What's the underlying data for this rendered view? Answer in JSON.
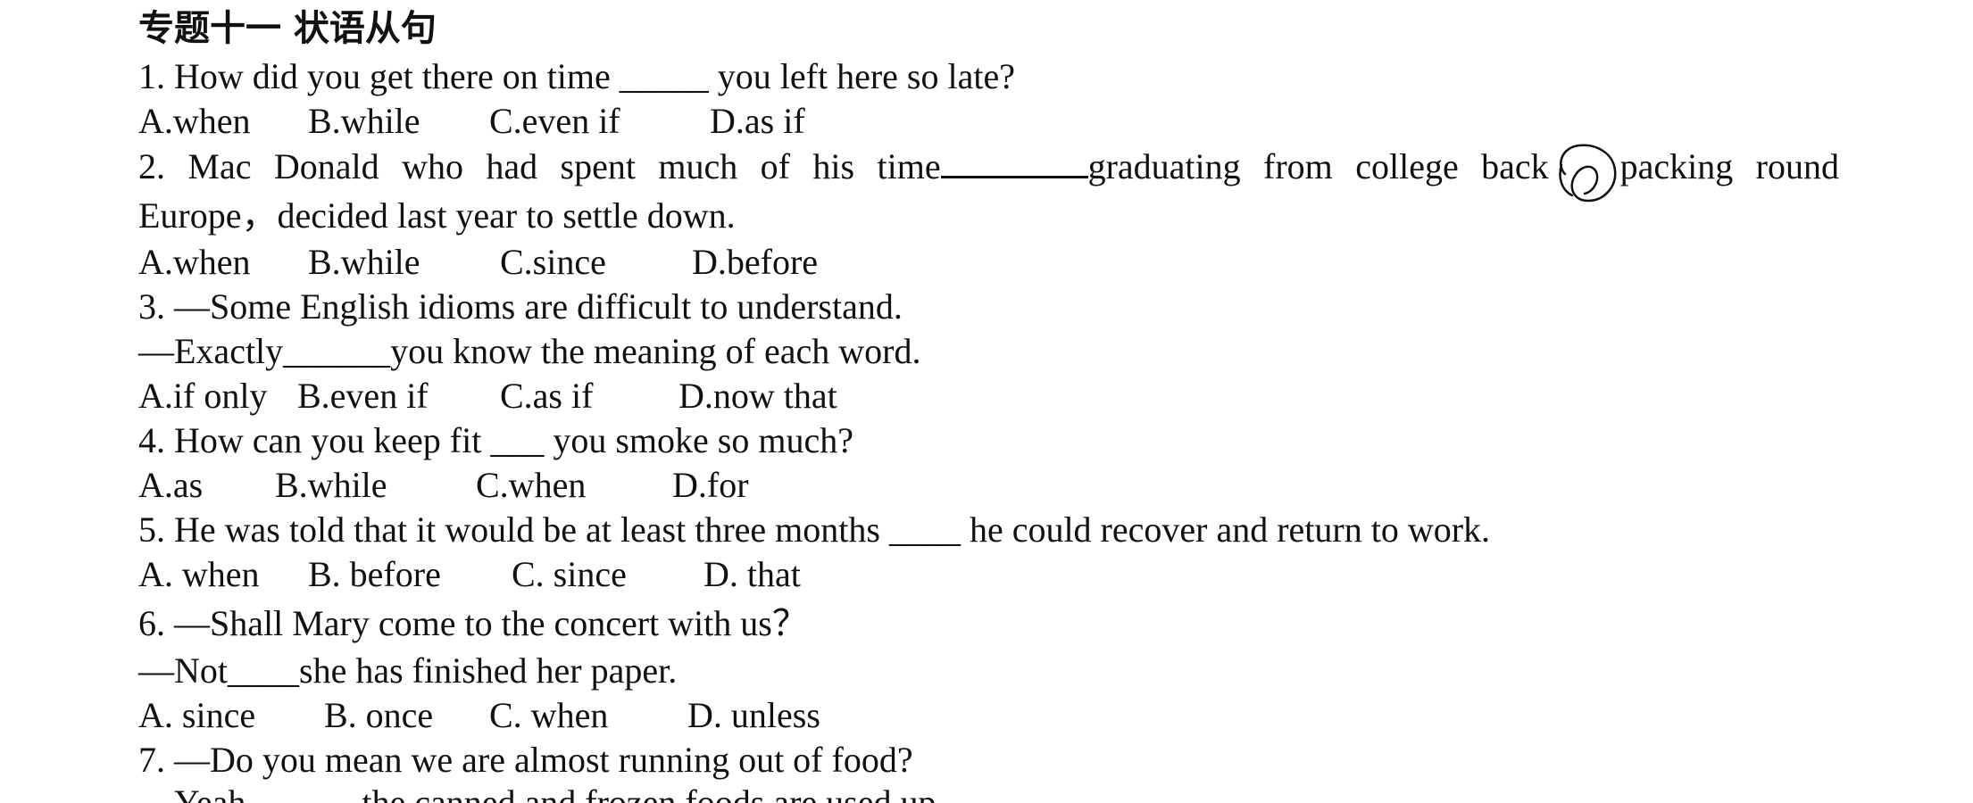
{
  "document": {
    "title": "专题十一 状语从句",
    "questions": [
      {
        "stem": "1. How did you get there on time _____ you left here so late?",
        "options": [
          "A.when",
          "B.while",
          "C.even if",
          "D.as if"
        ]
      },
      {
        "stem_part1": "2. Mac Donald who had spent much of his time",
        "stem_part2": "graduating from college back",
        "stem_part3": "packing round",
        "stem_line2": "Europe，decided last year to settle down.",
        "options": [
          "A.when",
          "B.while",
          "C.since",
          "D.before"
        ]
      },
      {
        "stem": "3. —Some English idioms are difficult to understand.",
        "stem_line2": "—Exactly______you know the meaning of each word.",
        "options": [
          "A.if only",
          "B.even if",
          "C.as if",
          "D.now that"
        ]
      },
      {
        "stem": "4. How can you keep fit ___ you smoke so much?",
        "options": [
          "A.as",
          "B.while",
          "C.when",
          "D.for"
        ]
      },
      {
        "stem": "5. He was told that it would be at least three months ____ he could recover and return to work.",
        "options": [
          "A. when",
          "B. before",
          "C. since",
          "D. that"
        ]
      },
      {
        "stem": "6. —Shall Mary come to the concert with us？",
        "stem_line2": "—Not____she has finished her paper.",
        "options": [
          "A. since",
          "B. once",
          "C. when",
          "D. unless"
        ]
      },
      {
        "stem": "7. —Do you mean we are almost running out of food?",
        "stem_line2": "—Yeah, _____ the canned and frozen foods are used up."
      }
    ]
  }
}
